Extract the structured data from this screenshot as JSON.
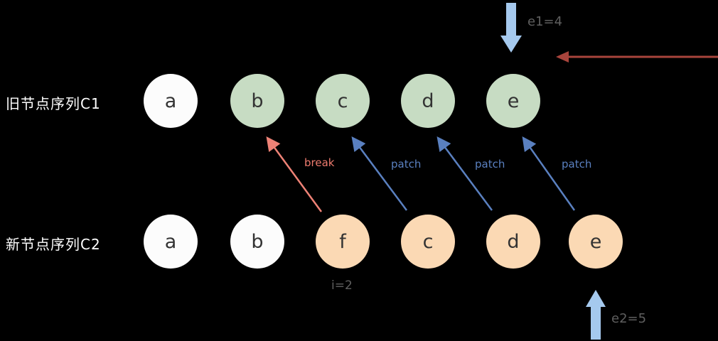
{
  "rows": {
    "old": {
      "label": "旧节点序列C1",
      "nodes": [
        {
          "letter": "a",
          "type": "white"
        },
        {
          "letter": "b",
          "type": "green"
        },
        {
          "letter": "c",
          "type": "green"
        },
        {
          "letter": "d",
          "type": "green"
        },
        {
          "letter": "e",
          "type": "green"
        }
      ]
    },
    "new": {
      "label": "新节点序列C2",
      "nodes": [
        {
          "letter": "a",
          "type": "white"
        },
        {
          "letter": "b",
          "type": "white"
        },
        {
          "letter": "f",
          "type": "orange"
        },
        {
          "letter": "c",
          "type": "orange"
        },
        {
          "letter": "d",
          "type": "orange"
        },
        {
          "letter": "e",
          "type": "orange"
        }
      ]
    }
  },
  "annotations": {
    "e1_label": "e1=4",
    "e2_label": "e2=5",
    "index_label": "i=2",
    "break_label": "break",
    "patch_label_1": "patch",
    "patch_label_2": "patch",
    "patch_label_3": "patch"
  },
  "colors": {
    "background": "#000000",
    "node_white": "#fcfcfc",
    "node_green": "#c7dcc3",
    "node_orange": "#fbd9b4",
    "node_text": "#333333",
    "row_label_white": "#ffffff",
    "annotation_gray": "#5f5f5f",
    "patch_arrow_blue": "#5a80c0",
    "break_arrow_salmon": "#ee8276",
    "pointer_arrow_light_blue": "#a5c9ee",
    "left_arrow_dark_red": "#a8443c"
  }
}
